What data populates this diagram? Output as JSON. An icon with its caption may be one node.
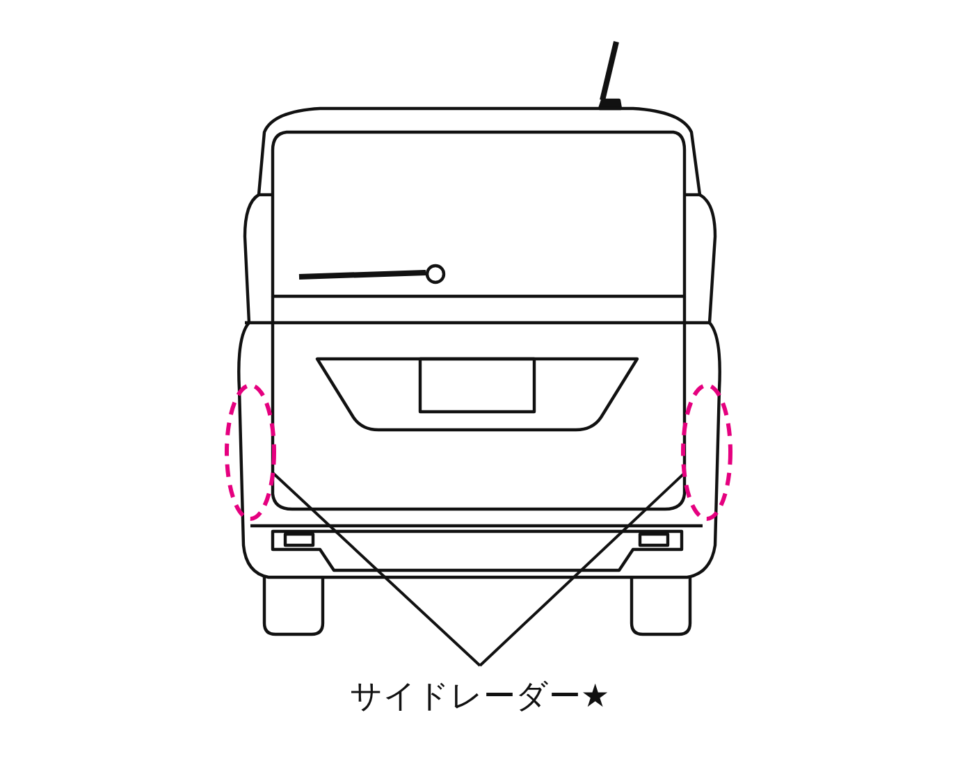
{
  "diagram": {
    "nodes": [
      {
        "text": [
          "サイドレーダー★"
        ]
      },
      {
        "text": [],
        "shape": "ellipse"
      },
      {
        "text": [],
        "shape": "ellipse"
      }
    ],
    "edges": [
      {
        "from": 0,
        "to": 1,
        "arrow": "none"
      },
      {
        "from": 0,
        "to": 2,
        "arrow": "none"
      }
    ]
  }
}
